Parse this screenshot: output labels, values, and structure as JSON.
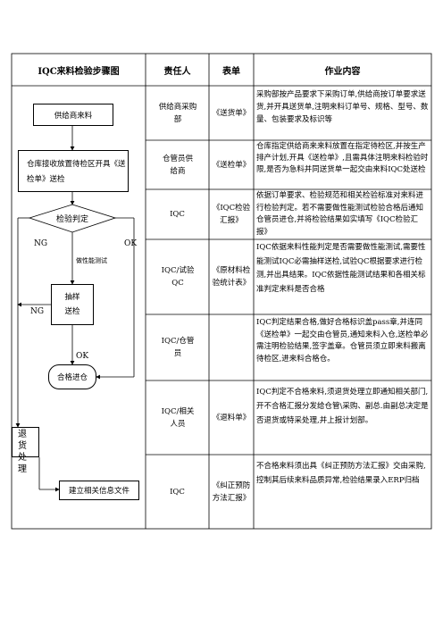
{
  "header": {
    "col1": "IQC来料检验步骤图",
    "col2": "责任人",
    "col3": "表单",
    "col4": "作业内容"
  },
  "flow": {
    "supplier_delivery": "供给商来料",
    "warehouse_receive": "仓库接收放置待检区开具《送检单》送检",
    "inspection_decision": "检验判定",
    "ng_left": "NG",
    "ok_right": "OK",
    "performance_test": "做性能测试",
    "sampling": "抽样送检",
    "ng_second": "NG",
    "ok_second": "OK",
    "qualified_store": "合格进仓",
    "return_handle": "退货处理",
    "create_file": "建立相关信息文件"
  },
  "rows": [
    {
      "person": "供给商采购部",
      "form": "《送货单》",
      "content": "采购部按产品要求下采购订单,供给商按订单要求送货,并开具送货单,注明来料订单号、规格、型号、数量、包装要求及标识等"
    },
    {
      "person": "仓管员供给商",
      "form": "《送检单》",
      "content": "仓库指定供给商来来料放置在指定待检区,并按生产排产计划,开具《送检单》,且需具体注明来料检验时限,是否为急料并同送货单一起交由来料IQC处送检"
    },
    {
      "person": "IQC",
      "form": "《IQC检验汇报》",
      "content": "依据订单要求、检验规范和相关检验标准对来料进行检验判定。若不需要做性能测试检验合格后通知仓管员进仓,并将检验结果如实填写《IQC检验汇报》"
    },
    {
      "person": "IQC/试验QC",
      "form": "《原材料检验统计表》",
      "content": "IQC依据来料性能判定是否需要做性能测试,需要性能测试IQC必需抽样送检,试验QC根据要求进行检测,并出具结果。IQC依据性能测试结果和各相关标准判定来料是否合格"
    },
    {
      "person": "IQC/仓管员",
      "form": "",
      "content": "IQC判定结果合格,做好合格标识盖pass章,并连同《送检单》一起交由仓管员,通知来料入仓,送检单必需注明检验结果,签字盖章。仓管员须立即来料搬离待检区,进来料合格仓。"
    },
    {
      "person": "IQC/相关人员",
      "form": "《退料单》",
      "content": "IQC判定不合格来料,须退货处理立即通知相关部门,开不合格汇报分发给仓管\\采购、副总.由副总决定是否退货或特采处理,并上报计划部。"
    },
    {
      "person": "IQC",
      "form": "《纠正预防方法汇报》",
      "content": "不合格来料须出具《纠正预防方法汇报》交由采购,控制其后续来料品质异常,检验结果录入ERP归档"
    }
  ]
}
